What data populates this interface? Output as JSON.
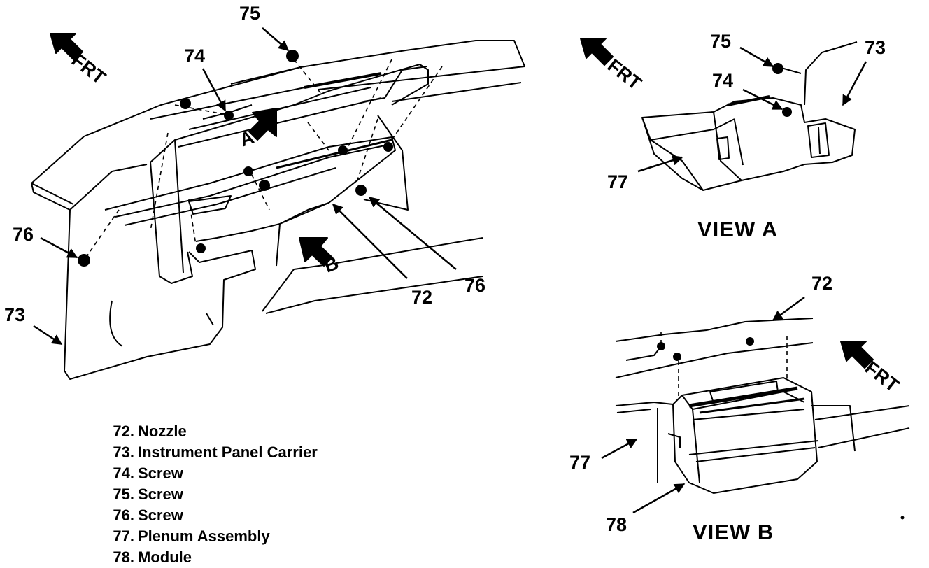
{
  "main_view": {
    "frt_label": "FRT",
    "callouts": {
      "c75": "75",
      "c74": "74",
      "c76_left": "76",
      "c76_right": "76",
      "c73": "73",
      "c72": "72",
      "view_a_marker": "A",
      "view_b_marker": "B"
    }
  },
  "view_a": {
    "title": "VIEW A",
    "frt_label": "FRT",
    "callouts": {
      "c75": "75",
      "c74": "74",
      "c73": "73",
      "c77": "77"
    }
  },
  "view_b": {
    "title": "VIEW B",
    "frt_label": "FRT",
    "callouts": {
      "c72": "72",
      "c77": "77",
      "c78": "78"
    }
  },
  "legend": [
    {
      "number": "72.",
      "label": "Nozzle"
    },
    {
      "number": "73.",
      "label": "Instrument Panel Carrier"
    },
    {
      "number": "74.",
      "label": "Screw"
    },
    {
      "number": "75.",
      "label": "Screw"
    },
    {
      "number": "76.",
      "label": "Screw"
    },
    {
      "number": "77.",
      "label": "Plenum Assembly"
    },
    {
      "number": "78.",
      "label": "Module"
    }
  ]
}
